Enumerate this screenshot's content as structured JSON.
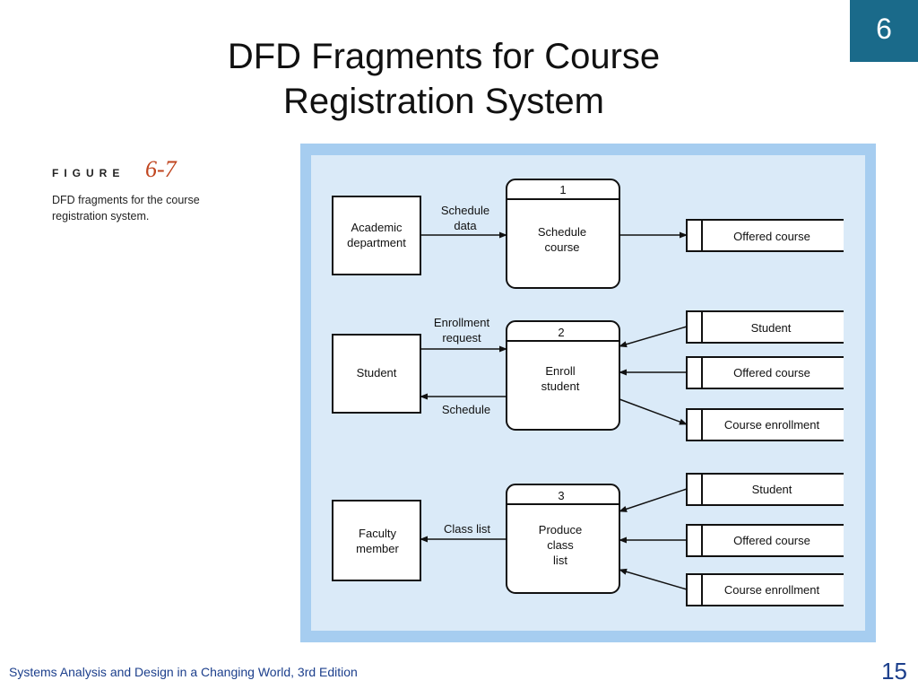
{
  "chapter_badge": "6",
  "title_lines": [
    "DFD Fragments for Course",
    "Registration System"
  ],
  "figure": {
    "label": "FIGURE",
    "number": "6-7",
    "caption": "DFD fragments for the course registration system."
  },
  "diagram": {
    "fragments": [
      {
        "external_entity": [
          "Academic",
          "department"
        ],
        "process_number": "1",
        "process_name": [
          "Schedule",
          "course"
        ],
        "flows": [
          {
            "label": [
              "Schedule",
              "data"
            ]
          }
        ],
        "data_stores": [
          "Offered course"
        ]
      },
      {
        "external_entity": [
          "Student"
        ],
        "process_number": "2",
        "process_name": [
          "Enroll",
          "student"
        ],
        "flows": [
          {
            "label": [
              "Enrollment",
              "request"
            ]
          },
          {
            "label": [
              "Schedule"
            ]
          }
        ],
        "data_stores": [
          "Student",
          "Offered course",
          "Course enrollment"
        ]
      },
      {
        "external_entity": [
          "Faculty",
          "member"
        ],
        "process_number": "3",
        "process_name": [
          "Produce",
          "class",
          "list"
        ],
        "flows": [
          {
            "label": [
              "Class list"
            ]
          }
        ],
        "data_stores": [
          "Student",
          "Offered course",
          "Course enrollment"
        ]
      }
    ]
  },
  "footer": {
    "text": "Systems Analysis and Design in a Changing World, 3rd Edition",
    "page": "15"
  },
  "colors": {
    "badge": "#1a6a8a",
    "panel_border": "#a6cdf0",
    "panel_bg": "#daeaf8",
    "footer_text": "#1c3f8c",
    "figure_number": "#c0451f"
  }
}
